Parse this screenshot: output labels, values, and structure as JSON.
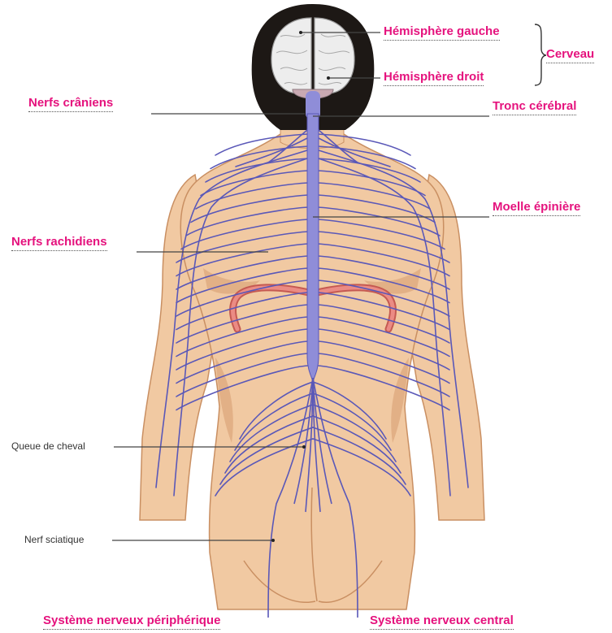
{
  "colors": {
    "accent": "#e5127d",
    "skin": "#f1c9a2",
    "skin_shadow": "#dba57a",
    "hair": "#1d1815",
    "brain": "#ededed",
    "nerve": "#5a58b8",
    "spinal_cord": "#8f8dd8",
    "rib": "#e0746d"
  },
  "labels": {
    "hemisphere_left": "Hémisphère gauche",
    "hemisphere_right": "Hémisphère droit",
    "brain": "Cerveau",
    "cranial_nerves": "Nerfs crâniens",
    "brainstem": "Tronc cérébral",
    "spinal_cord": "Moelle épinière",
    "spinal_nerves": "Nerfs rachidiens",
    "cauda_equina": "Queue de cheval",
    "sciatic_nerve": "Nerf sciatique"
  },
  "footer": {
    "peripheral": "Système nerveux périphérique",
    "central": "Système nerveux central"
  }
}
